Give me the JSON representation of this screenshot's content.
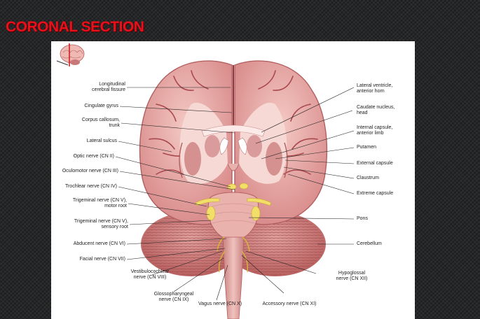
{
  "slide": {
    "title": "CORONAL SECTION",
    "accent_color": "#e8101a",
    "background_color": "#262728"
  },
  "figure": {
    "thumbnail_icon": "brain-orientation-icon",
    "labels_left": [
      "Longitudinal\ncerebral fissure",
      "Cingulate gyrus",
      "Corpus callosum,\ntrunk",
      "Lateral sulcus",
      "Optic nerve (CN II)",
      "Oculomotor nerve (CN III)",
      "Trochlear nerve (CN IV)",
      "Trigeminal nerve (CN V),\nmotor root",
      "Trigeminal nerve (CN V),\nsensory root",
      "Abducent nerve (CN VI)",
      "Facial nerve (CN VII)"
    ],
    "labels_bottom": [
      "Vestibulocochlear\nnerve (CN VIII)",
      "Glossopharyngeal\nnerve (CN IX)",
      "Vagus nerve (CN X)",
      "Accessory nerve (CN XI)",
      "Hypoglossal\nnerve (CN XII)"
    ],
    "labels_right": [
      "Lateral ventricle,\nanterior horn",
      "Caudate nucleus,\nhead",
      "Internal capsule,\nanterior limb",
      "Putamen",
      "External capsule",
      "Claustrum",
      "Extreme capsule",
      "Pons",
      "Cerebellum"
    ]
  }
}
